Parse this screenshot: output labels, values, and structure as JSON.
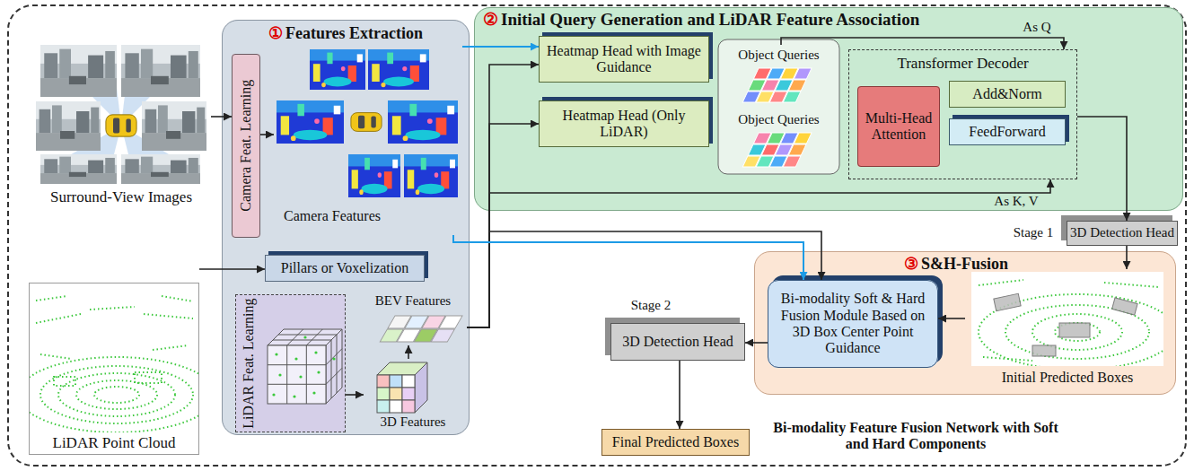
{
  "diagram": {
    "nodes": [
      {
        "text": [
          "Bi-modality Feature Fusion Network with Soft and Hard Components"
        ]
      },
      {
        "text": [
          "Surround-View Images"
        ],
        "in": 0
      },
      {
        "text": [
          "LiDAR Point Cloud"
        ],
        "in": 0
      },
      {
        "text": [
          "①",
          "Features Extraction"
        ],
        "in": 0
      },
      {
        "text": [
          "Camera Feat. Learning"
        ],
        "in": 3
      },
      {
        "text": [
          "Camera Features"
        ],
        "in": 3
      },
      {
        "text": [
          "Pillars or Voxelization"
        ],
        "in": 3
      },
      {
        "text": [
          "LiDAR Feat. Learning"
        ],
        "in": 3
      },
      {
        "text": [
          "3D Features"
        ],
        "in": 3
      },
      {
        "text": [
          "BEV Features"
        ],
        "in": 3
      },
      {
        "text": [
          "②",
          "Initial Query Generation and LiDAR Feature Association"
        ],
        "in": 0
      },
      {
        "text": [
          "Heatmap Head with Image Guidance"
        ],
        "in": 10
      },
      {
        "text": [
          "Heatmap Head (Only LiDAR)"
        ],
        "in": 10
      },
      {
        "text": [
          "Object Queries"
        ],
        "in": 10
      },
      {
        "text": [
          "Object Queries"
        ],
        "in": 10
      },
      {
        "text": [
          "Transformer Decoder"
        ],
        "in": 10
      },
      {
        "text": [
          "Multi-Head Attention"
        ],
        "in": 15
      },
      {
        "text": [
          "Add&Norm"
        ],
        "in": 15
      },
      {
        "text": [
          "FeedForward"
        ],
        "in": 15
      },
      {
        "text": [
          "3D Detection Head"
        ],
        "in": 0
      },
      {
        "text": [
          "③",
          "S&H-Fusion"
        ],
        "in": 0
      },
      {
        "text": [
          "Bi-modality Soft & Hard Fusion Module Based on 3D Box Center Point Guidance"
        ],
        "in": 20
      },
      {
        "text": [
          "Initial Predicted Boxes"
        ],
        "in": 20
      },
      {
        "text": [
          "3D Detection Head"
        ],
        "in": 0
      },
      {
        "text": [
          "Final Predicted Boxes"
        ],
        "in": 0
      }
    ],
    "edges": [
      {
        "from": 1,
        "to": 4,
        "arrow": "to"
      },
      {
        "from": 4,
        "to": 5,
        "arrow": "to"
      },
      {
        "from": 2,
        "to": 6,
        "arrow": "to"
      },
      {
        "from": 7,
        "to": 8,
        "arrow": "to"
      },
      {
        "from": 8,
        "to": 9,
        "arrow": "to"
      },
      {
        "from": 9,
        "to": 11,
        "arrow": "to"
      },
      {
        "from": 9,
        "to": 12,
        "arrow": "to"
      },
      {
        "from": 9,
        "to": 15,
        "label": "As K, V",
        "arrow": "to"
      },
      {
        "from": 9,
        "to": 21,
        "arrow": "to"
      },
      {
        "from": 5,
        "to": 11,
        "arrow": "to"
      },
      {
        "from": 5,
        "to": 21,
        "arrow": "to"
      },
      {
        "from": 13,
        "to": 15,
        "label": "As Q",
        "arrow": "to"
      },
      {
        "from": 15,
        "to": 19,
        "arrow": "to"
      },
      {
        "from": 19,
        "to": 22,
        "arrow": "to"
      },
      {
        "from": 22,
        "to": 21,
        "arrow": "to"
      },
      {
        "from": 21,
        "to": 23,
        "arrow": "to"
      },
      {
        "from": 23,
        "to": 24,
        "arrow": "to"
      }
    ],
    "labels": [
      "Stage 1",
      "Stage 2"
    ]
  }
}
